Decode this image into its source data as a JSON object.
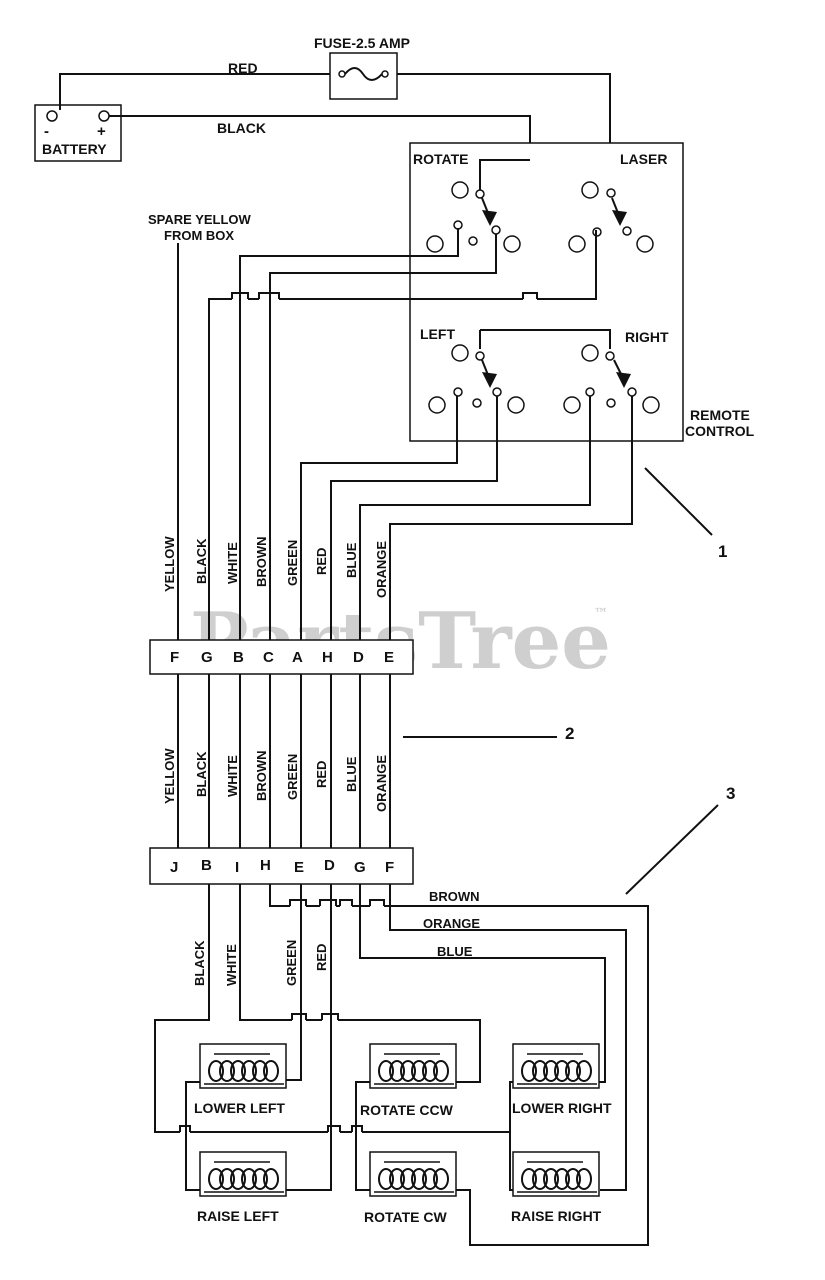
{
  "watermark": {
    "text": "PartsTree",
    "tm": "™"
  },
  "fuse": {
    "label": "FUSE-2.5 AMP"
  },
  "battery": {
    "label": "BATTERY",
    "negative": "-",
    "positive": "+"
  },
  "top_wires": {
    "red": "RED",
    "black": "BLACK"
  },
  "remote": {
    "rotate": "ROTATE",
    "laser": "LASER",
    "left": "LEFT",
    "right": "RIGHT",
    "label_line1": "REMOTE",
    "label_line2": "CONTROL"
  },
  "spare": {
    "line1": "SPARE YELLOW",
    "line2": "FROM BOX"
  },
  "wires": [
    "YELLOW",
    "BLACK",
    "WHITE",
    "BROWN",
    "GREEN",
    "RED",
    "BLUE",
    "ORANGE"
  ],
  "connector1": [
    "F",
    "G",
    "B",
    "C",
    "A",
    "H",
    "D",
    "E"
  ],
  "connector2": [
    "J",
    "B",
    "I",
    "H",
    "E",
    "D",
    "G",
    "F"
  ],
  "callouts": {
    "c1": "1",
    "c2": "2",
    "c3": "3"
  },
  "bottom_labels": {
    "brown": "BROWN",
    "orange": "ORANGE",
    "blue": "BLUE",
    "black": "BLACK",
    "white": "WHITE",
    "green": "GREEN",
    "red": "RED"
  },
  "solenoids": [
    {
      "label": "LOWER LEFT"
    },
    {
      "label": "ROTATE CCW"
    },
    {
      "label": "LOWER RIGHT"
    },
    {
      "label": "RAISE LEFT"
    },
    {
      "label": "ROTATE CW"
    },
    {
      "label": "RAISE RIGHT"
    }
  ]
}
